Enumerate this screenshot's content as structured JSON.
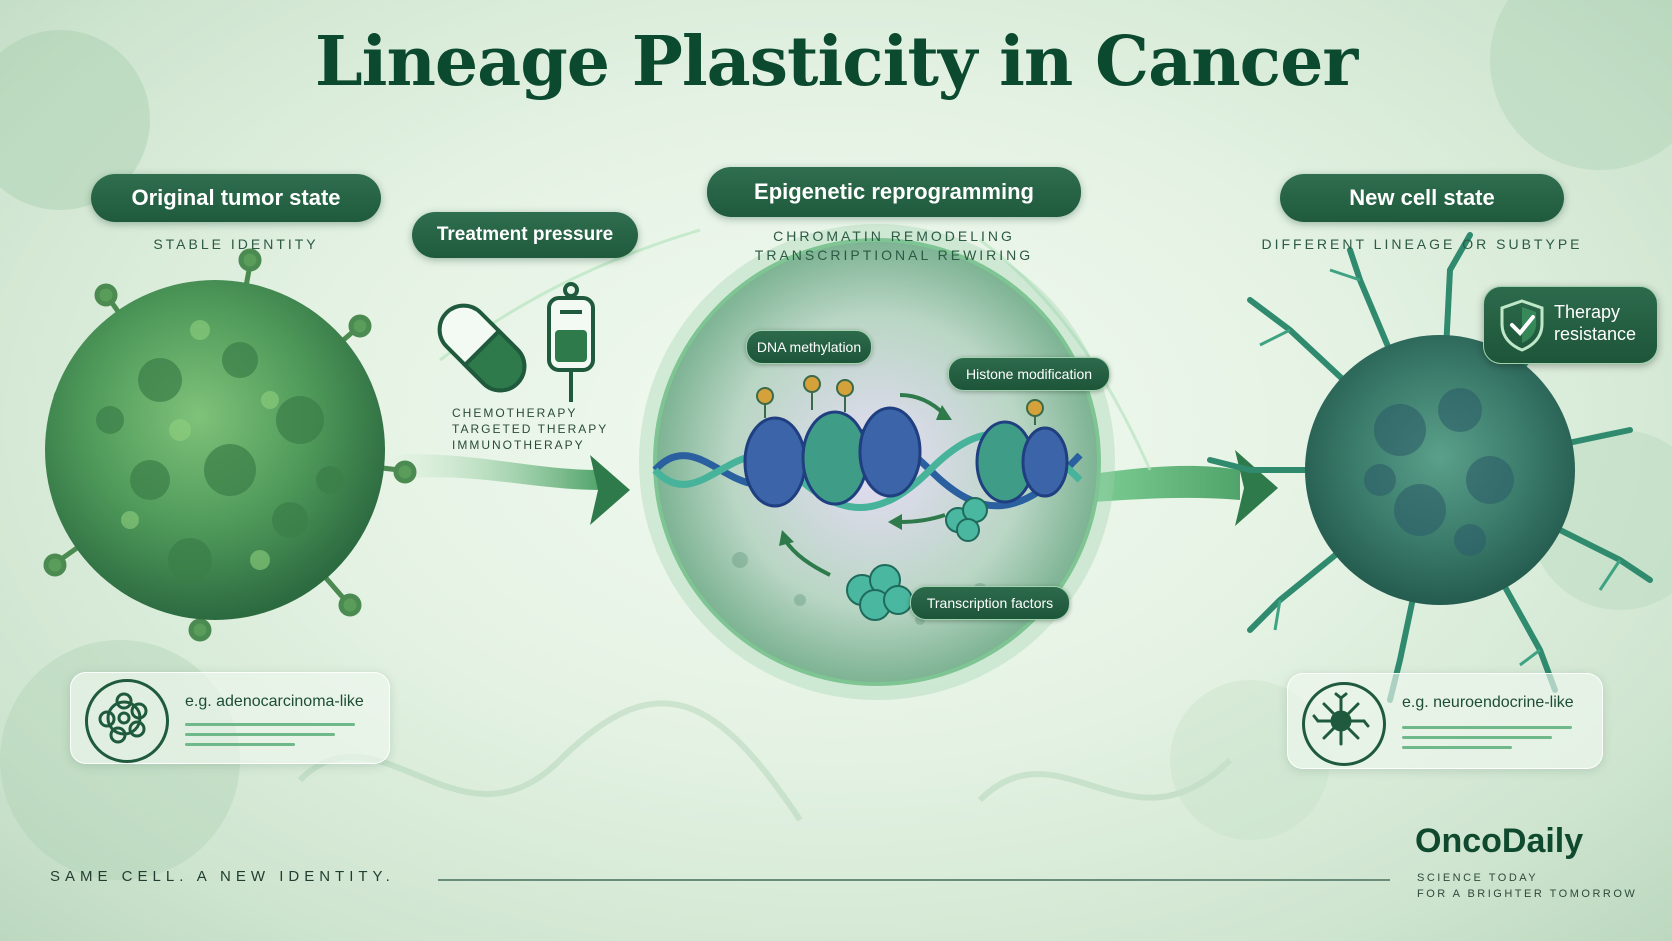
{
  "title": "Lineage Plasticity in Cancer",
  "stages": {
    "original": {
      "label": "Original tumor state",
      "subtitle": "STABLE IDENTITY",
      "example": "e.g. adenocarcinoma-like"
    },
    "treatment": {
      "label": "Treatment pressure",
      "therapies": [
        "CHEMOTHERAPY",
        "TARGETED THERAPY",
        "IMMUNOTHERAPY"
      ]
    },
    "epigenetic": {
      "label": "Epigenetic reprogramming",
      "subtitle_lines": [
        "CHROMATIN REMODELING",
        "TRANSCRIPTIONAL REWIRING"
      ],
      "mechanisms": [
        "DNA methylation",
        "Histone modification",
        "Transcription factors"
      ]
    },
    "new_state": {
      "label": "New cell state",
      "subtitle": "DIFFERENT LINEAGE OR SUBTYPE",
      "badge_line1": "Therapy",
      "badge_line2": "resistance",
      "example": "e.g. neuroendocrine-like"
    }
  },
  "footer": "SAME CELL. A NEW IDENTITY.",
  "brand": {
    "name": "OncoDaily",
    "tagline_line1": "SCIENCE TODAY",
    "tagline_line2": "FOR A BRIGHTER TOMORROW"
  },
  "icons": [
    "pill-icon",
    "iv-bag-icon",
    "shield-check-icon",
    "tumor-cell-icon",
    "neuroendocrine-cell-icon",
    "dna-icon",
    "arrow-right-icon"
  ],
  "colors": {
    "dark_green": "#1f5a3c",
    "light_green": "#6fb88a",
    "accent_glow": "#58c97a"
  }
}
